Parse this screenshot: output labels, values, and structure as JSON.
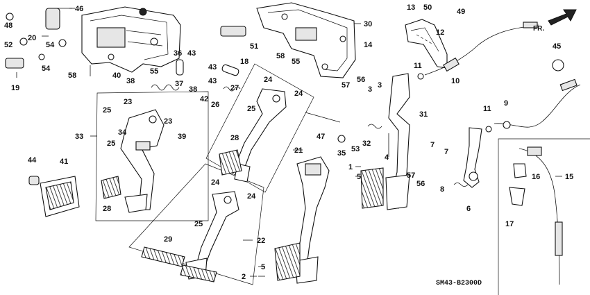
{
  "diagram_code": "SM43-B2300D",
  "direction_label": "FR.",
  "labels": {
    "n1": "1",
    "n2": "2",
    "n3a": "3",
    "n3b": "3",
    "n4": "4",
    "n5a": "5",
    "n5b": "5",
    "n6": "6",
    "n7a": "7",
    "n7b": "7",
    "n8": "8",
    "n9": "9",
    "n10": "10",
    "n11a": "11",
    "n11b": "11",
    "n12": "12",
    "n13": "13",
    "n14": "14",
    "n15": "15",
    "n16": "16",
    "n17": "17",
    "n18": "18",
    "n19": "19",
    "n20": "20",
    "n21": "21",
    "n22": "22",
    "n23a": "23",
    "n23b": "23",
    "n24a": "24",
    "n24b": "24",
    "n24c": "24",
    "n24d": "24",
    "n25a": "25",
    "n25b": "25",
    "n25c": "25",
    "n25d": "25",
    "n26": "26",
    "n27": "27",
    "n28a": "28",
    "n28b": "28",
    "n29": "29",
    "n30": "30",
    "n31": "31",
    "n32": "32",
    "n33": "33",
    "n34": "34",
    "n35": "35",
    "n36": "36",
    "n37": "37",
    "n38a": "38",
    "n38b": "38",
    "n39": "39",
    "n40": "40",
    "n41": "41",
    "n42": "42",
    "n43a": "43",
    "n43b": "43",
    "n44": "44",
    "n45": "45",
    "n46": "46",
    "n47": "47",
    "n48": "48",
    "n49": "49",
    "n50": "50",
    "n51": "51",
    "n52": "52",
    "n53": "53",
    "n54a": "54",
    "n54b": "54",
    "n55a": "55",
    "n55b": "55",
    "n56a": "56",
    "n56b": "56",
    "n57a": "57",
    "n57b": "57",
    "n58a": "58",
    "n58b": "58"
  }
}
